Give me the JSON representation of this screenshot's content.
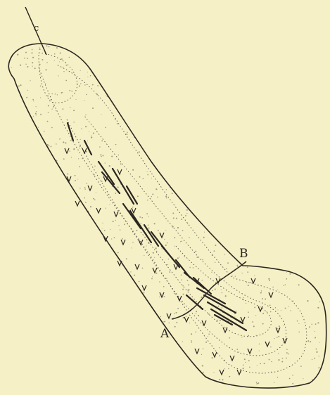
{
  "figure": {
    "labels": {
      "top_line": "c",
      "section_left": "A",
      "section_right": "B"
    },
    "colors": {
      "paper": "#f6f0c6",
      "ink": "#2a2620"
    }
  }
}
